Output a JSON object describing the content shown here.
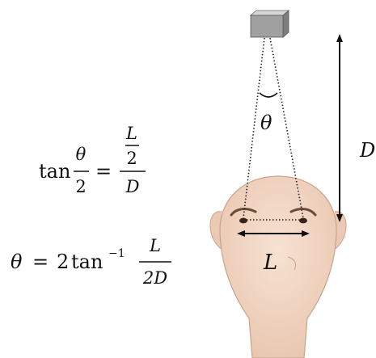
{
  "diagram": {
    "colors": {
      "skin": "#f4d9c7",
      "skin_shade": "#e8c3ab",
      "outline": "#5a4030",
      "eyebrow": "#6b4a36",
      "eye": "#3a2418",
      "dotted_line": "#222222",
      "arrow": "#111111",
      "projector_top": "#d6d6d6",
      "projector_front": "#9e9e9e",
      "projector_side": "#7e7e7e"
    },
    "icons": {
      "projector": "box-projector-icon",
      "head": "head-top-view-icon"
    },
    "labels": {
      "theta": "θ",
      "D": "D",
      "L": "L"
    },
    "equation1": {
      "func": "tan",
      "lhs_num": "θ",
      "lhs_den": "2",
      "eq": "=",
      "rhs_num_top": "L",
      "rhs_num_bottom": "2",
      "rhs_den": "D"
    },
    "equation2": {
      "lhs": "θ",
      "eq": "=",
      "coef": "2",
      "func": "tan",
      "sup": "−1",
      "frac_num": "L",
      "frac_den": "2D"
    }
  }
}
